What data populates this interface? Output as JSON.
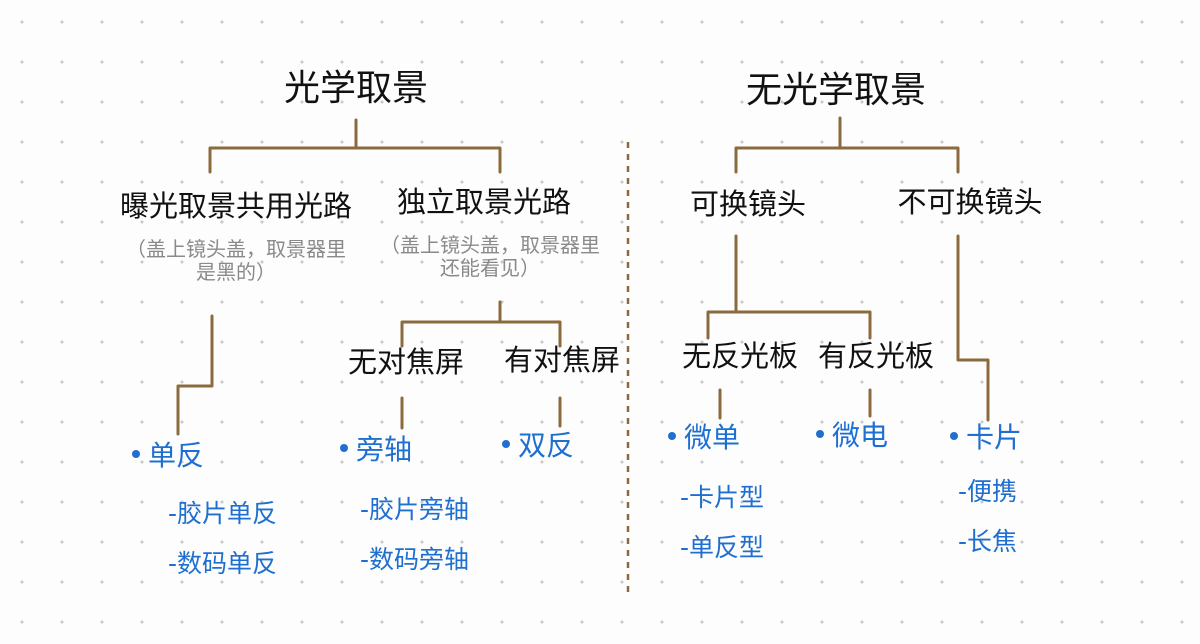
{
  "colors": {
    "connector": "#8b6a3e",
    "ink": "#111111",
    "note": "#8a8a8a",
    "leaf": "#1f6fd1",
    "divider": "#8b6a3e"
  },
  "left": {
    "title": "光学取景",
    "branch_a": {
      "label": "曝光取景共用光路",
      "note_line1": "（盖上镜头盖，取景器里",
      "note_line2": "是黑的）",
      "leaf": {
        "label": "单反",
        "subs": [
          "-胶片单反",
          "-数码单反"
        ]
      }
    },
    "branch_b": {
      "label": "独立取景光路",
      "note_line1": "（盖上镜头盖，取景器里",
      "note_line2": "还能看见）",
      "child_a": {
        "label": "无对焦屏",
        "leaf": {
          "label": "旁轴",
          "subs": [
            "-胶片旁轴",
            "-数码旁轴"
          ]
        }
      },
      "child_b": {
        "label": "有对焦屏",
        "leaf": {
          "label": "双反"
        }
      }
    }
  },
  "right": {
    "title": "无光学取景",
    "branch_a": {
      "label": "可换镜头",
      "child_a": {
        "label": "无反光板",
        "leaf": {
          "label": "微单",
          "subs": [
            "-卡片型",
            "-单反型"
          ]
        }
      },
      "child_b": {
        "label": "有反光板",
        "leaf": {
          "label": "微电"
        }
      }
    },
    "branch_b": {
      "label": "不可换镜头",
      "leaf": {
        "label": "卡片",
        "subs": [
          "-便携",
          "-长焦"
        ]
      }
    }
  }
}
